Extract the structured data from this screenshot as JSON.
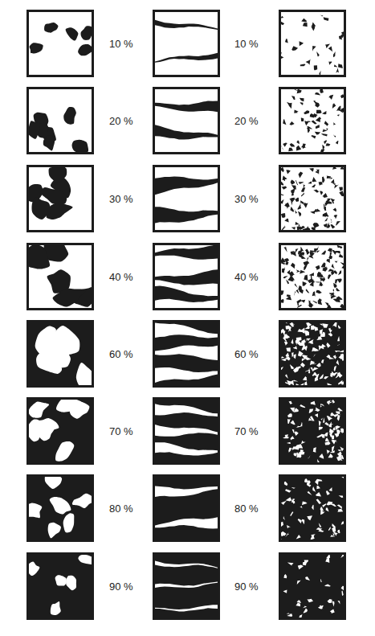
{
  "diagram": {
    "labels": [
      "10 %",
      "10 %",
      "20 %",
      "20 %",
      "30 %",
      "30 %",
      "40 %",
      "40 %",
      "60 %",
      "60 %",
      "70 %",
      "70 %",
      "80 %",
      "80 %",
      "90 %",
      "90 %"
    ]
  }
}
